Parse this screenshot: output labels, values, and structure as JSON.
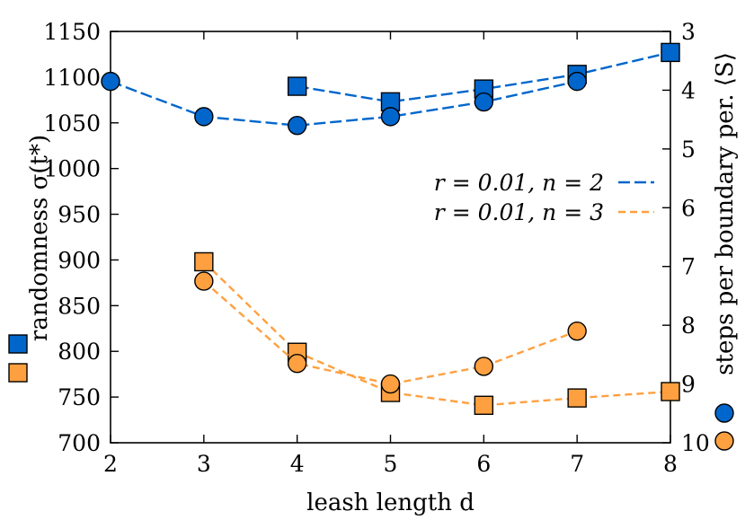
{
  "chart_data": {
    "type": "line",
    "xlabel": "leash length d",
    "ylabel_left": "randomness σ(t*)",
    "ylabel_right": "steps per boundary per. ⟨S⟩",
    "xlim": [
      2,
      8
    ],
    "ylim_left": [
      700,
      1150
    ],
    "ylim_right": [
      3,
      10
    ],
    "x_ticks": [
      "2",
      "3",
      "4",
      "5",
      "6",
      "7",
      "8"
    ],
    "y_ticks_left": [
      "700",
      "750",
      "800",
      "850",
      "900",
      "950",
      "1000",
      "1050",
      "1100",
      "1150"
    ],
    "y_ticks_right": [
      "3",
      "4",
      "5",
      "6",
      "7",
      "8",
      "9",
      "10"
    ],
    "colors": {
      "blue": "#0066cc",
      "orange": "#ffa040"
    },
    "series": [
      {
        "name": "r = 0.01, n = 2",
        "axis": "left",
        "marker": "square",
        "color": "blue",
        "x": [
          4,
          5,
          6,
          7,
          8
        ],
        "y": [
          1090,
          1073,
          1087,
          1103,
          1127
        ]
      },
      {
        "name": "r = 0.01, n = 2",
        "axis": "right",
        "marker": "circle",
        "color": "blue",
        "x": [
          2,
          3,
          4,
          5,
          6,
          7
        ],
        "y": [
          3.85,
          4.45,
          4.6,
          4.45,
          4.2,
          3.85
        ]
      },
      {
        "name": "r = 0.01, n = 3",
        "axis": "left",
        "marker": "square",
        "color": "orange",
        "x": [
          3,
          4,
          5,
          6,
          7,
          8
        ],
        "y": [
          898,
          799,
          755,
          741,
          749,
          756
        ]
      },
      {
        "name": "r = 0.01, n = 3",
        "axis": "right",
        "marker": "circle",
        "color": "orange",
        "x": [
          3,
          4,
          5,
          6,
          7
        ],
        "y": [
          7.25,
          8.65,
          9.0,
          8.7,
          8.1
        ]
      }
    ],
    "legend": [
      {
        "label": "r = 0.01, n = 2",
        "color": "blue"
      },
      {
        "label": "r = 0.01, n = 3",
        "color": "orange"
      }
    ],
    "legend_position": "right-middle",
    "grid": false
  }
}
